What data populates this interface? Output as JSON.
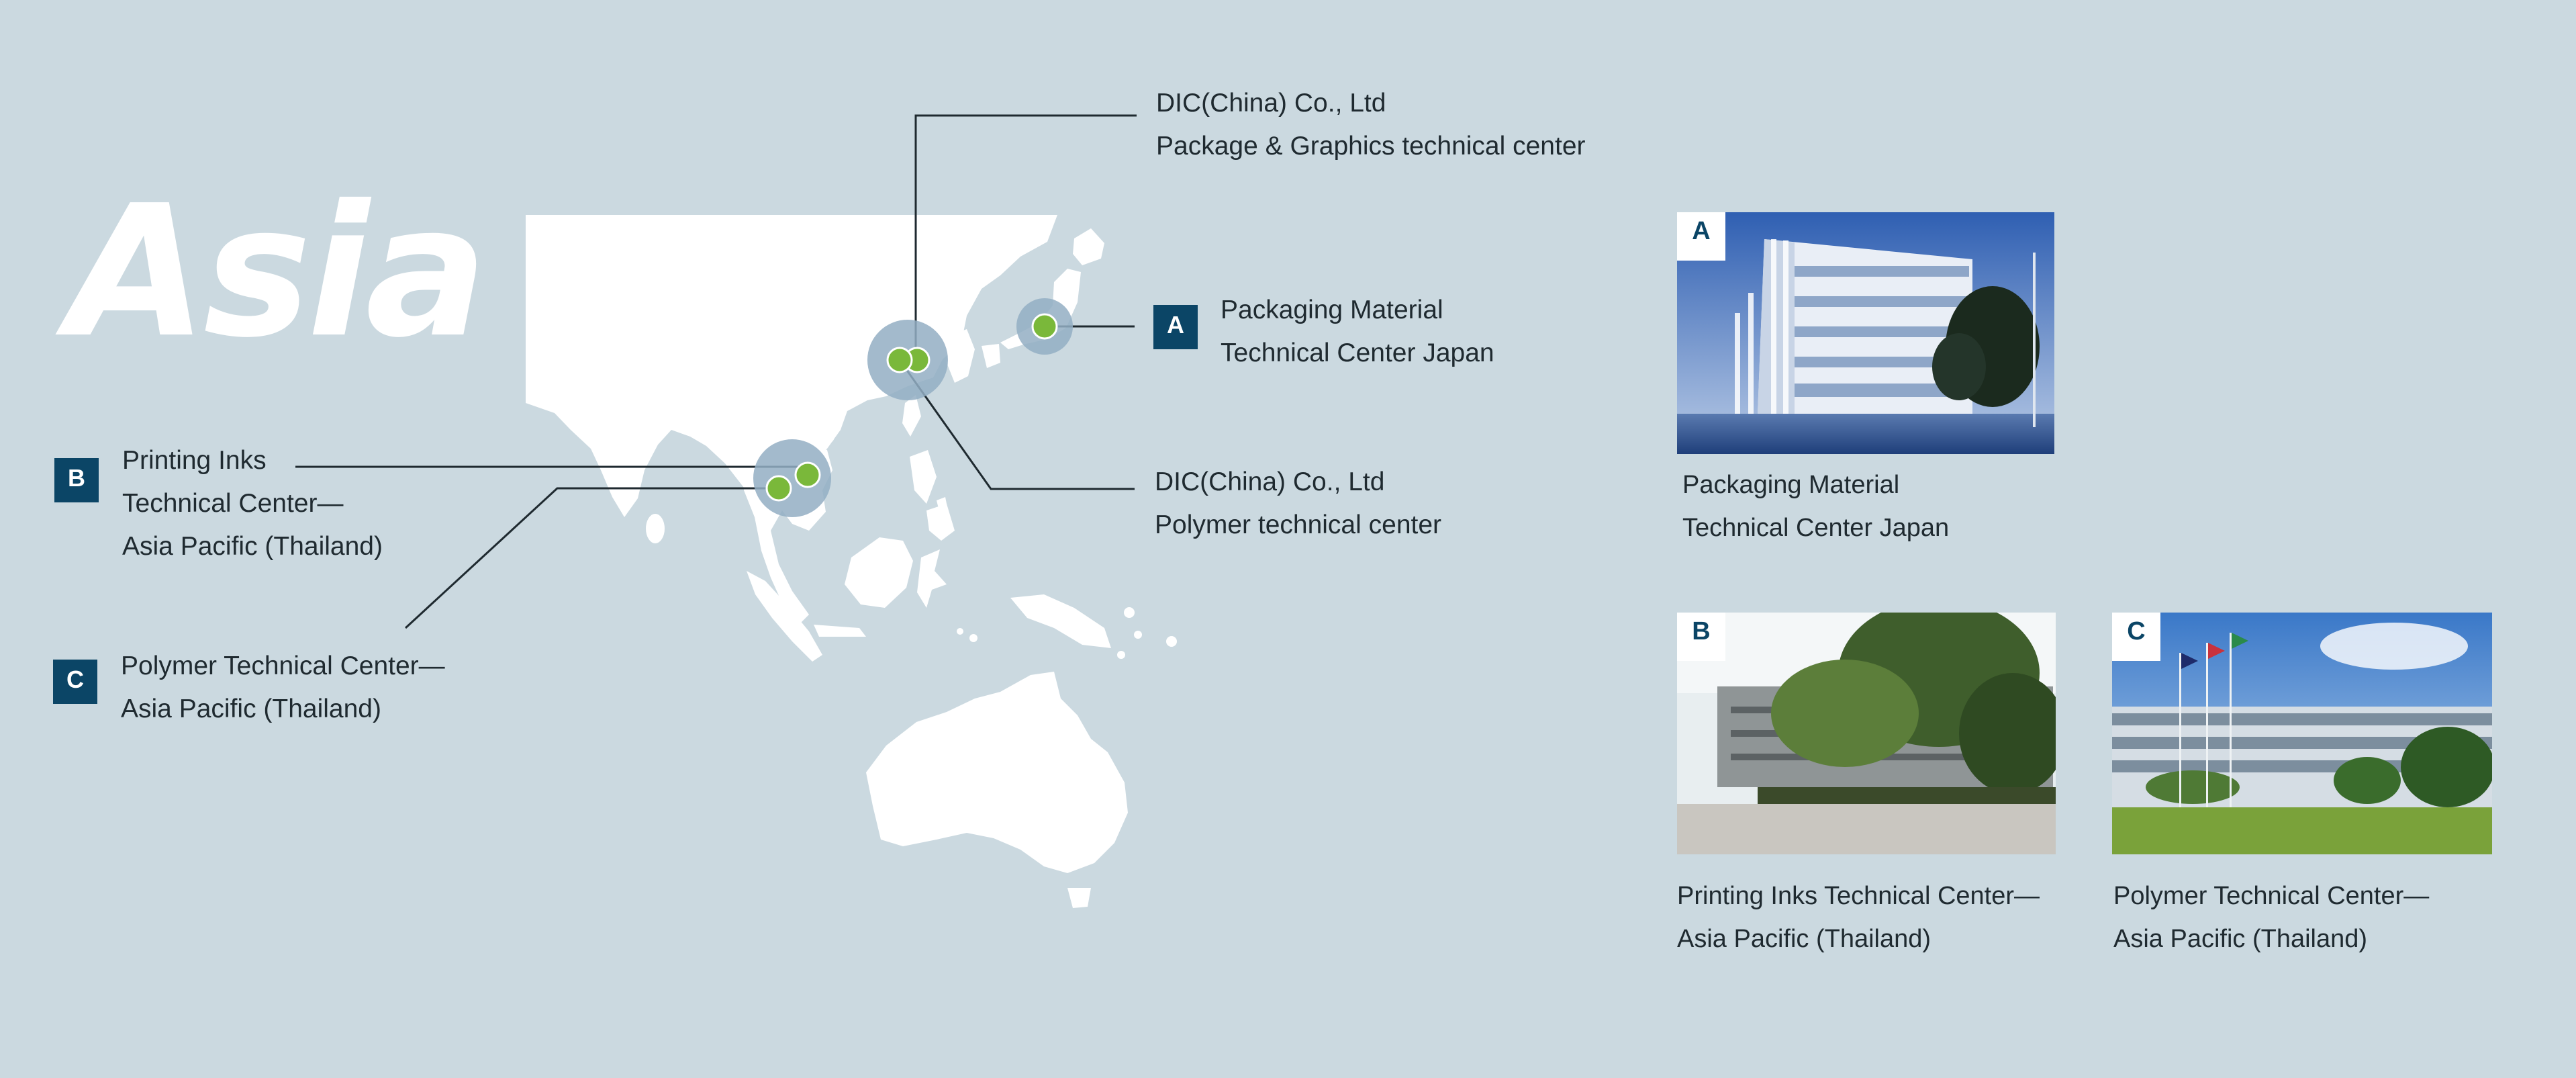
{
  "region_title": "Asia",
  "colors": {
    "background": "#cbd9e0",
    "land": "#ffffff",
    "badge": "#0b4566",
    "marker": "#7ab83a",
    "halo": "#93aec3",
    "leader_line": "#1f2a30"
  },
  "map": {
    "markers": [
      {
        "name": "japan-marker",
        "halo": true
      },
      {
        "name": "china-package-marker",
        "halo": true
      },
      {
        "name": "china-polymer-marker",
        "halo": false
      },
      {
        "name": "thailand-printing-inks-marker",
        "halo": true
      },
      {
        "name": "thailand-polymer-marker",
        "halo": false
      }
    ]
  },
  "locations": {
    "dic_china_package": {
      "line1": "DIC(China) Co., Ltd",
      "line2": "Package & Graphics technical center"
    },
    "packaging_japan": {
      "badge": "A",
      "line1": "Packaging Material",
      "line2": "Technical Center Japan"
    },
    "dic_china_polymer": {
      "line1": "DIC(China) Co., Ltd",
      "line2": "Polymer technical center"
    },
    "printing_inks_thailand": {
      "badge": "B",
      "line1": "Printing Inks",
      "line2": "Technical Center—",
      "line3": "Asia Pacific (Thailand)"
    },
    "polymer_thailand": {
      "badge": "C",
      "line1": "Polymer Technical Center—",
      "line2": "Asia Pacific (Thailand)"
    }
  },
  "photos": {
    "a": {
      "letter": "A",
      "caption_line1": "Packaging Material",
      "caption_line2": "Technical Center Japan"
    },
    "b": {
      "letter": "B",
      "caption_line1": "Printing Inks Technical Center—",
      "caption_line2": "Asia Pacific (Thailand)"
    },
    "c": {
      "letter": "C",
      "caption_line1": "Polymer Technical Center—",
      "caption_line2": "Asia Pacific (Thailand)"
    }
  }
}
